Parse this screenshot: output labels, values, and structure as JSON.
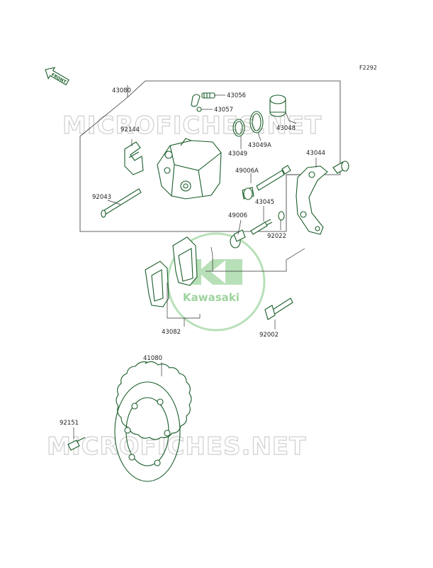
{
  "figure_ref": "F2292",
  "front_label": "FRONT",
  "watermarks": [
    "MICROFICHES.NET",
    "MICROFICHES.NET"
  ],
  "logo_text": "Kawasaki",
  "colors": {
    "ink": "#1a5e2a",
    "watermark": "#cfcfcf",
    "logo": "#9fd39f"
  },
  "parts": [
    {
      "number": "43080"
    },
    {
      "number": "43056"
    },
    {
      "number": "43057"
    },
    {
      "number": "43048"
    },
    {
      "number": "43049A"
    },
    {
      "number": "43049"
    },
    {
      "number": "92144"
    },
    {
      "number": "43044"
    },
    {
      "number": "49006A"
    },
    {
      "number": "92043"
    },
    {
      "number": "43045"
    },
    {
      "number": "49006"
    },
    {
      "number": "92022"
    },
    {
      "number": "43082"
    },
    {
      "number": "92002"
    },
    {
      "number": "41080"
    },
    {
      "number": "92151"
    }
  ]
}
